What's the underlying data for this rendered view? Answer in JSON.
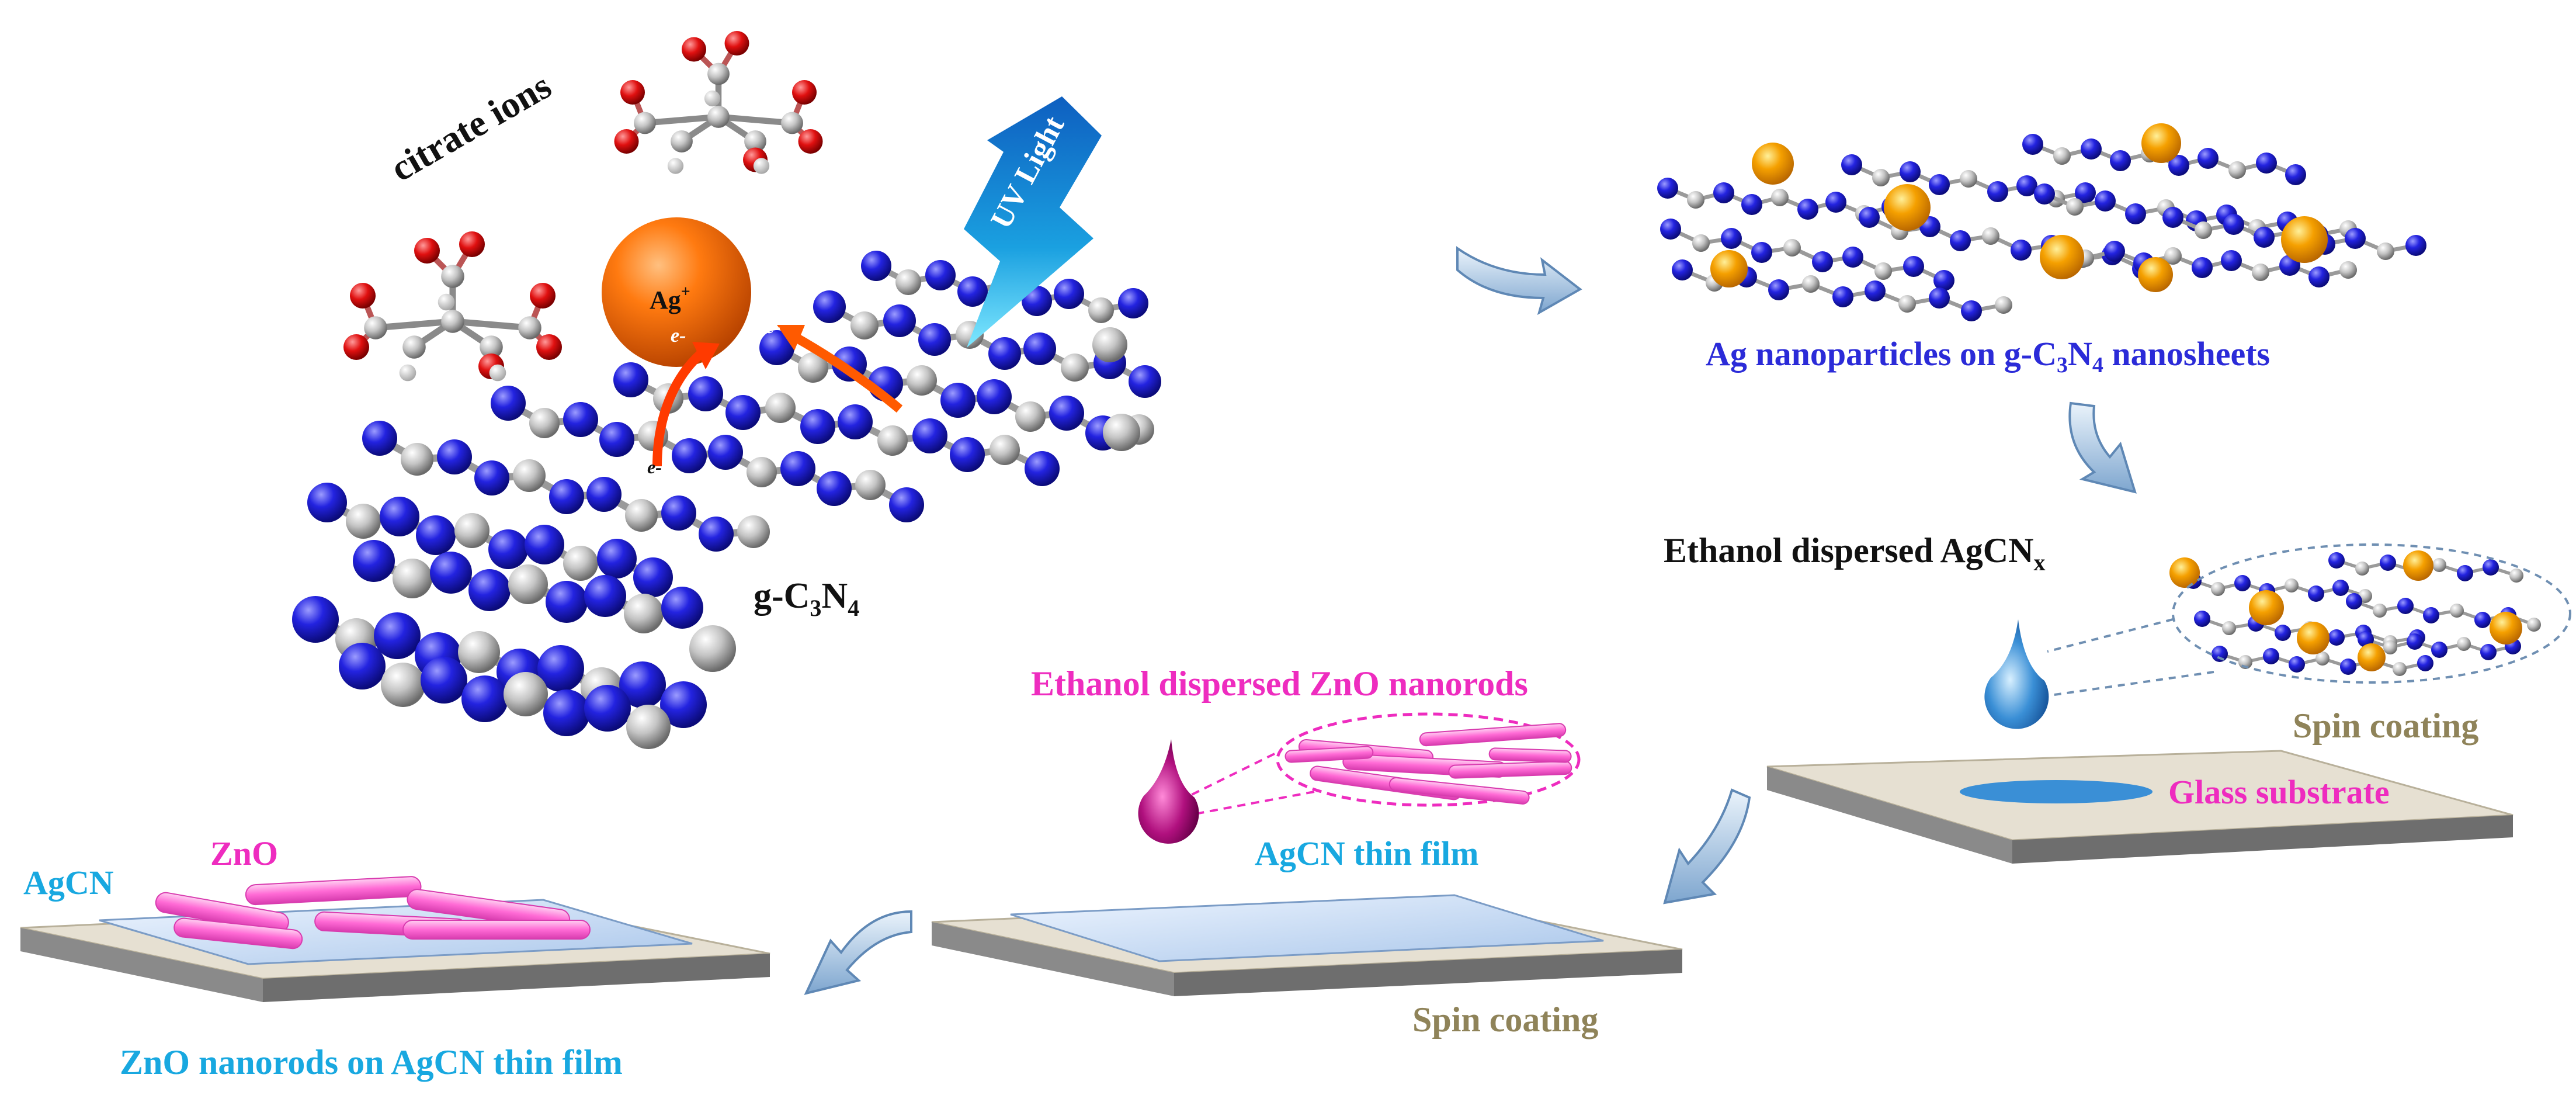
{
  "labels": {
    "citrate": "citrate ions",
    "uv": "UV Light",
    "ag_ion": "Ag",
    "ag_ion_charge": "+",
    "electron1": "e-",
    "electron2": "e-",
    "electron3": "e-",
    "gcn_prefix": "g-C",
    "gcn_sub1": "3",
    "gcn_mid": "N",
    "gcn_sub2": "4",
    "ag_np_prefix": "Ag nanoparticles on g-C",
    "ag_np_sub1": "3",
    "ag_np_mid": "N",
    "ag_np_sub2": "4",
    "ag_np_suffix": " nanosheets",
    "ethanol_agcn": "Ethanol dispersed AgCN",
    "ethanol_agcn_sub": "x",
    "spin_coating_1": "Spin coating",
    "glass_substrate": "Glass substrate",
    "ethanol_zno": "Ethanol dispersed ZnO nanorods",
    "agcn_film": "AgCN thin film",
    "spin_coating_2": "Spin coating",
    "agcn": "AgCN",
    "zno": "ZnO",
    "final": "ZnO nanorods on AgCN thin film"
  },
  "colors": {
    "nitrogen": "#2323e0",
    "carbon": "#c0c0c0",
    "oxygen": "#e01010",
    "silver_ion": "#ff7a10",
    "ag_particle": "#f5a000",
    "uv_bolt": "#1aa0e0",
    "arrow": "#9bbad8",
    "glass_top": "#e6e0d2",
    "glass_side": "#6e6e6e",
    "film": "#c9dcf3",
    "zno_rod": "#ff6ad5",
    "drop_blue": "#3a8fd6",
    "drop_magenta": "#b0107e",
    "label_blue": "#2b2bd8",
    "label_cyan": "#18a8e0",
    "label_magenta": "#ee2cbf",
    "label_tan": "#8f8359",
    "label_black": "#111111"
  }
}
